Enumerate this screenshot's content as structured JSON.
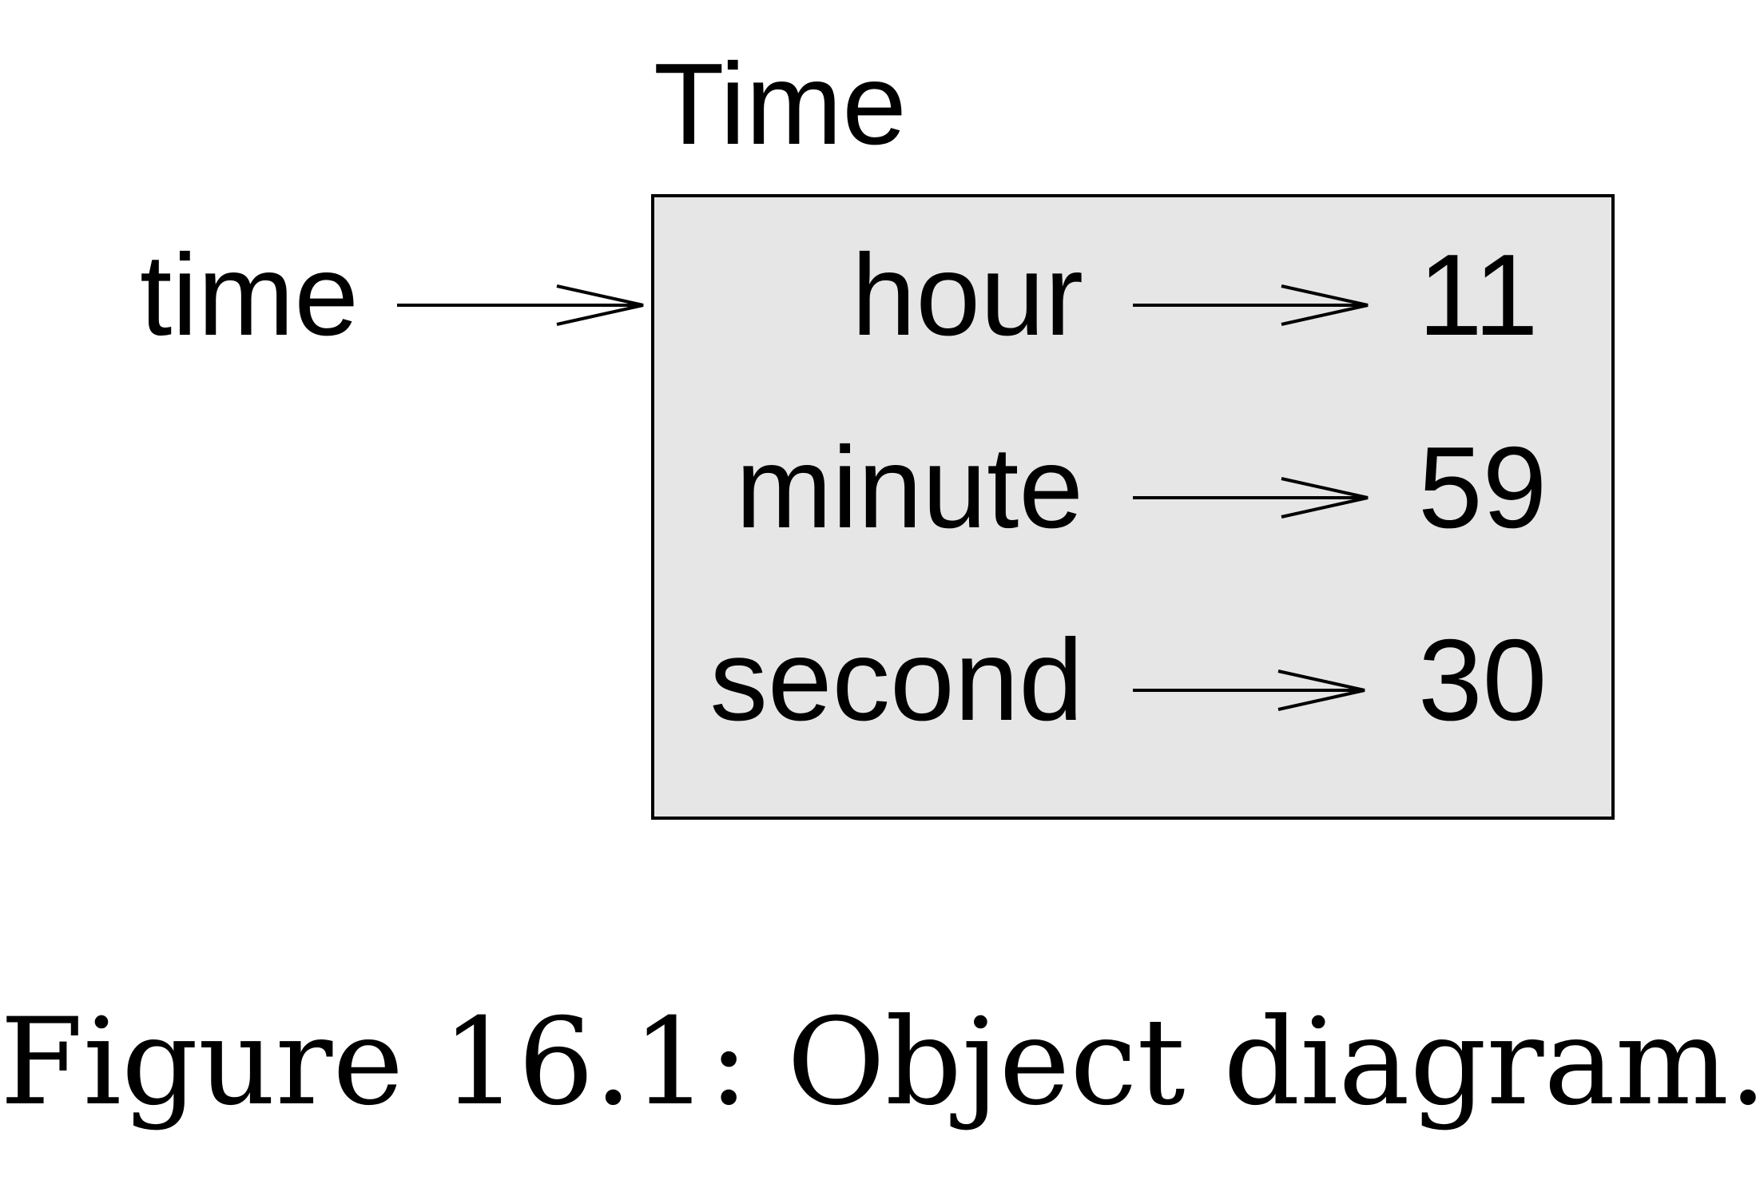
{
  "diagram": {
    "type_name": "Time",
    "variable": "time",
    "box_fill": "#e6e6e6",
    "attributes": [
      {
        "name": "hour",
        "value": "11"
      },
      {
        "name": "minute",
        "value": "59"
      },
      {
        "name": "second",
        "value": "30"
      }
    ]
  },
  "caption": "Figure 16.1: Object diagram."
}
